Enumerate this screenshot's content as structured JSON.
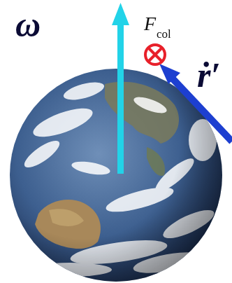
{
  "diagram": {
    "labels": [
      "ω",
      "F",
      "col",
      "ṙ′"
    ]
  }
}
